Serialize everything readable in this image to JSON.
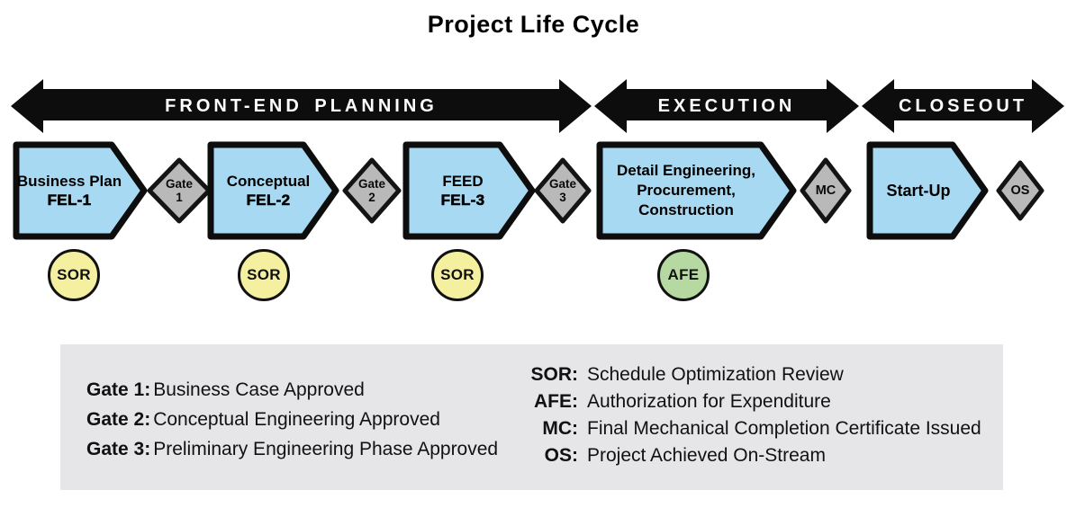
{
  "title": "Project Life Cycle",
  "phases": [
    {
      "label": "FRONT-END PLANNING"
    },
    {
      "label": "EXECUTION"
    },
    {
      "label": "CLOSEOUT"
    }
  ],
  "flow": {
    "stages": [
      {
        "lines": [
          "Business Plan",
          "FEL-1"
        ]
      },
      {
        "lines": [
          "Conceptual",
          "FEL-2"
        ]
      },
      {
        "lines": [
          "FEED",
          "FEL-3"
        ]
      },
      {
        "lines": [
          "Detail Engineering,",
          "Procurement,",
          "Construction"
        ]
      },
      {
        "lines": [
          "Start-Up"
        ]
      }
    ],
    "gates": [
      {
        "lines": [
          "Gate",
          "1"
        ]
      },
      {
        "lines": [
          "Gate",
          "2"
        ]
      },
      {
        "lines": [
          "Gate",
          "3"
        ]
      },
      {
        "lines": [
          "MC"
        ]
      },
      {
        "lines": [
          "OS"
        ]
      }
    ],
    "milestones": [
      {
        "label": "SOR",
        "color": "#f5f0a0"
      },
      {
        "label": "SOR",
        "color": "#f5f0a0"
      },
      {
        "label": "SOR",
        "color": "#f5f0a0"
      },
      {
        "label": "AFE",
        "color": "#b5d9a0"
      }
    ]
  },
  "legend": {
    "gates": [
      {
        "term": "Gate 1:",
        "definition": "Business Case Approved"
      },
      {
        "term": "Gate 2:",
        "definition": "Conceptual Engineering Approved"
      },
      {
        "term": "Gate 3:",
        "definition": "Preliminary Engineering Phase Approved"
      }
    ],
    "abbreviations": [
      {
        "term": "SOR:",
        "definition": "Schedule Optimization Review"
      },
      {
        "term": "AFE:",
        "definition": "Authorization for Expenditure"
      },
      {
        "term": "MC:",
        "definition": "Final Mechanical Completion Certificate Issued"
      },
      {
        "term": "OS:",
        "definition": "Project Achieved On-Stream"
      }
    ]
  },
  "colors": {
    "stage_fill": "#a7d9f2",
    "gate_fill": "#b9b9b9",
    "sor_fill": "#f5f0a0",
    "afe_fill": "#b5d9a0",
    "arrow_black": "#0d0d0d",
    "legend_bg": "#e6e6e8"
  }
}
